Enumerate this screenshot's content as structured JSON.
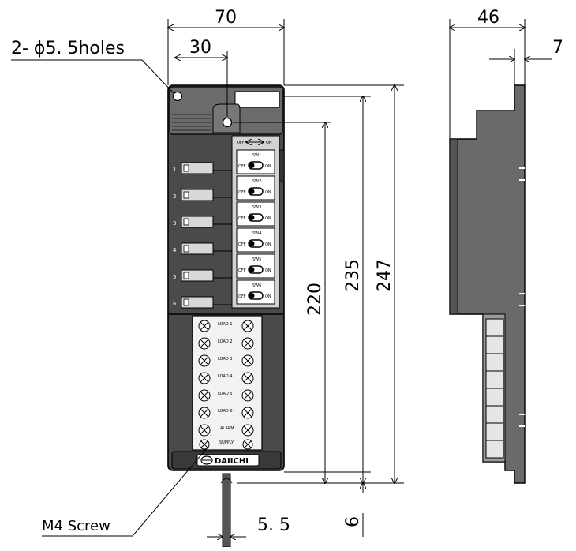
{
  "dimensions": {
    "width_top": "70",
    "hole_offset": "30",
    "depth": "46",
    "flange": "7",
    "height_inner": "220",
    "height_mid": "235",
    "height_total": "247",
    "screw_width": "5. 5",
    "bottom_gap": "6"
  },
  "callouts": {
    "holes": "2- ϕ5. 5holes",
    "screw": "M4 Screw"
  },
  "panel": {
    "switch_header_off": "OFF",
    "switch_header_on": "ON",
    "switches": [
      {
        "name": "SW1",
        "off": "OFF",
        "on": "ON"
      },
      {
        "name": "SW2",
        "off": "OFF",
        "on": "ON"
      },
      {
        "name": "SW3",
        "off": "OFF",
        "on": "ON"
      },
      {
        "name": "SW4",
        "off": "OFF",
        "on": "ON"
      },
      {
        "name": "SW5",
        "off": "OFF",
        "on": "ON"
      },
      {
        "name": "SW6",
        "off": "OFF",
        "on": "ON"
      }
    ],
    "channels": [
      "1",
      "2",
      "3",
      "4",
      "5",
      "6"
    ],
    "terminal_labels": [
      "LOAD 1",
      "LOAD 2",
      "LOAD 3",
      "LOAD 4",
      "LOAD 5",
      "LOAD 6",
      "ALARM",
      "SUPPLY"
    ],
    "brand": "DAIICHI"
  }
}
